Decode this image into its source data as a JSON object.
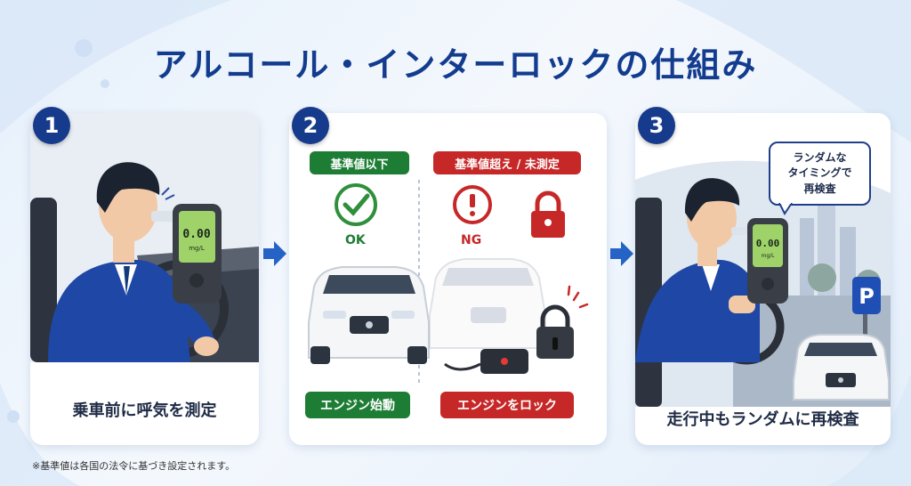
{
  "title": "アルコール・インターロックの仕組み",
  "steps": [
    {
      "number": "1",
      "caption": "乗車前に呼気を測定",
      "display_value": "0.00",
      "display_unit": "mg/L"
    },
    {
      "number": "2",
      "pass": {
        "label": "基準値以下",
        "status": "OK",
        "result": "エンジン始動",
        "color": "#1e7d35"
      },
      "fail": {
        "label": "基準値超え / 未測定",
        "status": "NG",
        "result": "エンジンをロック",
        "color": "#c62828"
      }
    },
    {
      "number": "3",
      "caption": "走行中もランダムに再検査",
      "display_value": "0.00",
      "display_unit": "mg/L",
      "bubble_lines": [
        "ランダムな",
        "タイミングで",
        "再検査"
      ],
      "parking_sign": "P"
    }
  ],
  "footnote": "※基準値は各国の法令に基づき設定されます。"
}
